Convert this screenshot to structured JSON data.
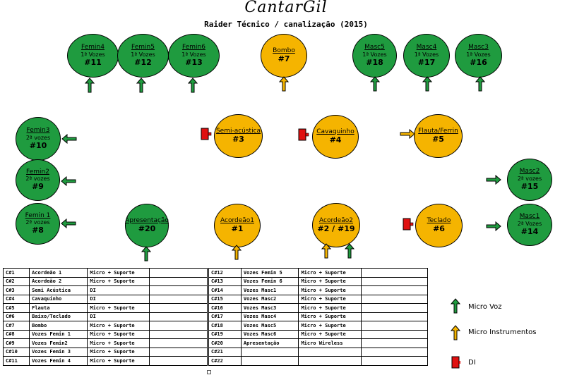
{
  "header": {
    "title": "CantarGil",
    "subtitle": "Raider Técnico  / canalização (2015)"
  },
  "colors": {
    "green": "#1f9b3f",
    "yellow": "#f5b400",
    "red": "#e01010"
  },
  "nodes": [
    {
      "id": "femin4",
      "name": "Femin4",
      "sub": "1ª Vozes",
      "num": "#11",
      "color": "green"
    },
    {
      "id": "femin5",
      "name": "Femin5",
      "sub": "1ª Vozes",
      "num": "#12",
      "color": "green"
    },
    {
      "id": "femin6",
      "name": "Femin6",
      "sub": "1ª Vozes",
      "num": "#13",
      "color": "green"
    },
    {
      "id": "bombo",
      "name": "Bombo",
      "sub": "",
      "num": "#7",
      "color": "yellow"
    },
    {
      "id": "masc5",
      "name": "Masc5",
      "sub": "1ª Vozes",
      "num": "#18",
      "color": "green"
    },
    {
      "id": "masc4",
      "name": "Masc4",
      "sub": "1ª Vozes",
      "num": "#17",
      "color": "green"
    },
    {
      "id": "masc3",
      "name": "Masc3",
      "sub": "1ª Vozes",
      "num": "#16",
      "color": "green"
    },
    {
      "id": "femin3",
      "name": "Femin3",
      "sub": "2ª vozes",
      "num": "#10",
      "color": "green"
    },
    {
      "id": "semi",
      "name": "Semi-acústica",
      "sub": "",
      "num": "#3",
      "color": "yellow"
    },
    {
      "id": "cavaquinho",
      "name": "Cavaquinho",
      "sub": "",
      "num": "#4",
      "color": "yellow"
    },
    {
      "id": "flauta",
      "name": "Flauta/Ferrin",
      "sub": "",
      "num": "#5",
      "color": "yellow"
    },
    {
      "id": "femin2",
      "name": "Femin2",
      "sub": "2ª vozes",
      "num": "#9",
      "color": "green"
    },
    {
      "id": "masc2",
      "name": "Masc2",
      "sub": "2ª vozes",
      "num": "#15",
      "color": "green"
    },
    {
      "id": "femin1",
      "name": "Femin 1",
      "sub": "2ª vozes",
      "num": "#8",
      "color": "green"
    },
    {
      "id": "apresentacao",
      "name": "Apresentação",
      "sub": "",
      "num": "#20",
      "color": "green"
    },
    {
      "id": "acordeao1",
      "name": "Acordeão1",
      "sub": "",
      "num": "#1",
      "color": "yellow"
    },
    {
      "id": "acordeao2",
      "name": "Acordeão2",
      "sub": "",
      "num": "#2 / #19",
      "color": "yellow"
    },
    {
      "id": "teclado",
      "name": "Teclado",
      "sub": "",
      "num": "#6",
      "color": "yellow"
    },
    {
      "id": "masc1",
      "name": "Masc1",
      "sub": "2ª Vozes",
      "num": "#14",
      "color": "green"
    }
  ],
  "table_left": [
    [
      "C#1",
      "Acordeão 1",
      "Micro + Suporte",
      ""
    ],
    [
      "C#2",
      "Acordeão 2",
      "Micro + Suporte",
      ""
    ],
    [
      "C#3",
      "Semi Acústica",
      "DI",
      ""
    ],
    [
      "C#4",
      "Cavaquinho",
      "DI",
      ""
    ],
    [
      "C#5",
      "Flauta",
      "Micro + Suporte",
      ""
    ],
    [
      "C#6",
      "Baixo/Teclado",
      "DI",
      ""
    ],
    [
      "C#7",
      "Bombo",
      "Micro + Suporte",
      ""
    ],
    [
      "C#8",
      "Vozes Femin 1",
      "Micro + Suporte",
      ""
    ],
    [
      "C#9",
      "Vozes Femin2",
      "Micro + Suporte",
      ""
    ],
    [
      "C#10",
      "Vozes Femin 3",
      "Micro + Suporte",
      ""
    ],
    [
      "C#11",
      "Vozes Femin 4",
      "Micro + Suporte",
      ""
    ]
  ],
  "table_right": [
    [
      "C#12",
      "Vozes Femin 5",
      "Micro + Suporte",
      ""
    ],
    [
      "C#13",
      "Vozes Femin 6",
      "Micro + Suporte",
      ""
    ],
    [
      "C#14",
      "Vozes Masc1",
      "Micro + Suporte",
      ""
    ],
    [
      "C#15",
      "Vozes Masc2",
      "Micro + Suporte",
      ""
    ],
    [
      "C#16",
      "Vozes Masc3",
      "Micro + Suporte",
      ""
    ],
    [
      "C#17",
      "Vozes Masc4",
      "Micro + Suporte",
      ""
    ],
    [
      "C#18",
      "Vozes Masc5",
      "Micro + Suporte",
      ""
    ],
    [
      "C#19",
      "Vozes Masc6",
      "Micro + Suporte",
      ""
    ],
    [
      "C#20",
      "Apresentação",
      "Micro Wireless",
      ""
    ],
    [
      "C#21",
      "",
      "",
      ""
    ],
    [
      "C#22",
      "",
      "",
      ""
    ]
  ],
  "legend": {
    "voz": "Micro Voz",
    "instr": "Micro Instrumentos",
    "di": "DI"
  }
}
